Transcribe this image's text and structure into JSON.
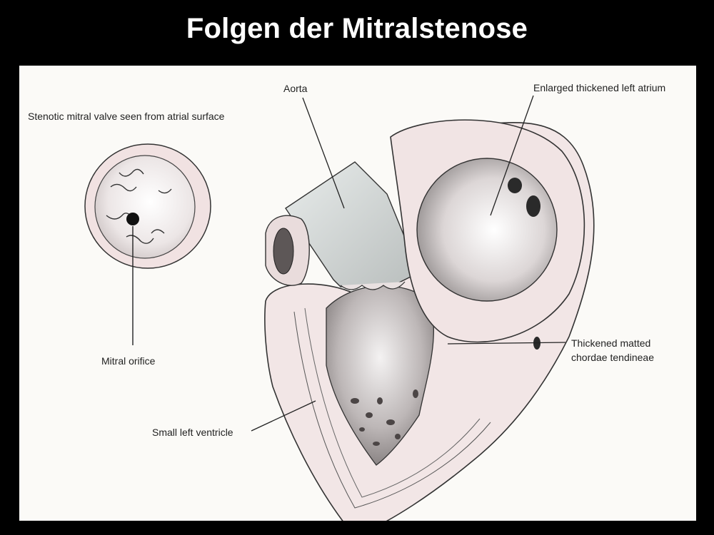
{
  "slide": {
    "title": "Folgen der Mitralstenose"
  },
  "labels": {
    "stenotic_valve": "Stenotic mitral valve seen from atrial surface",
    "mitral_orifice": "Mitral orifice",
    "aorta": "Aorta",
    "left_atrium": "Enlarged thickened left atrium",
    "chordae_line1": "Thickened matted",
    "chordae_line2": "chordae tendineae",
    "left_ventricle": "Small left ventricle"
  },
  "colors": {
    "slide_background": "#000000",
    "figure_background": "#fbfaf7",
    "tissue": "#f2e6e6",
    "chamber": "#c9c3c3"
  }
}
